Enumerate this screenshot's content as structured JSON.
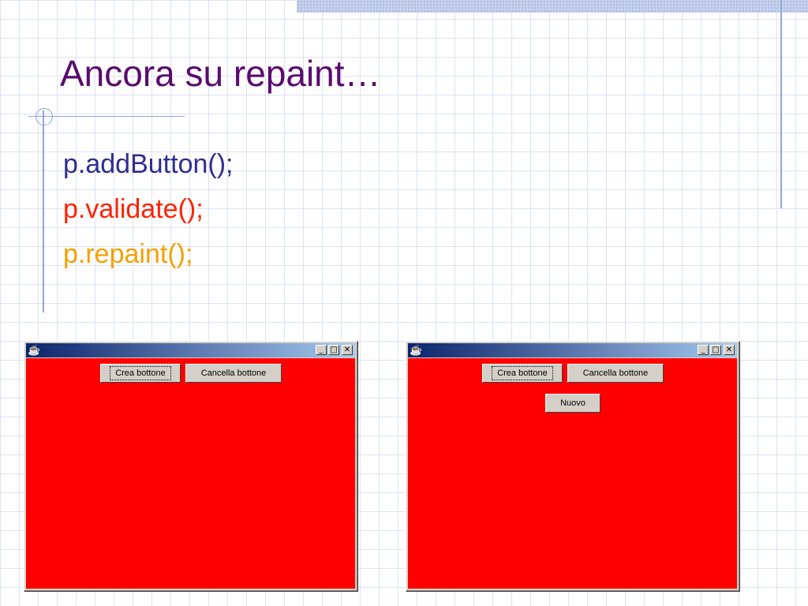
{
  "slide": {
    "title": "Ancora su repaint…",
    "code_lines": [
      {
        "text": "p.addButton();",
        "color": "#2e2e8f"
      },
      {
        "text": "p.validate();",
        "color": "#ff2200"
      },
      {
        "text": "p.repaint();",
        "color": "#f5a000"
      }
    ]
  },
  "window_controls": {
    "minimize": "_",
    "maximize": "□",
    "close": "✕",
    "app_icon": "java-cup-icon"
  },
  "window_left": {
    "buttons": {
      "create": "Crea bottone",
      "delete": "Cancella bottone"
    }
  },
  "window_right": {
    "buttons": {
      "create": "Crea bottone",
      "delete": "Cancella bottone",
      "new": "Nuovo"
    }
  },
  "colors": {
    "panel_background": "#ff0000",
    "title_accent": "#5a0a6e"
  }
}
